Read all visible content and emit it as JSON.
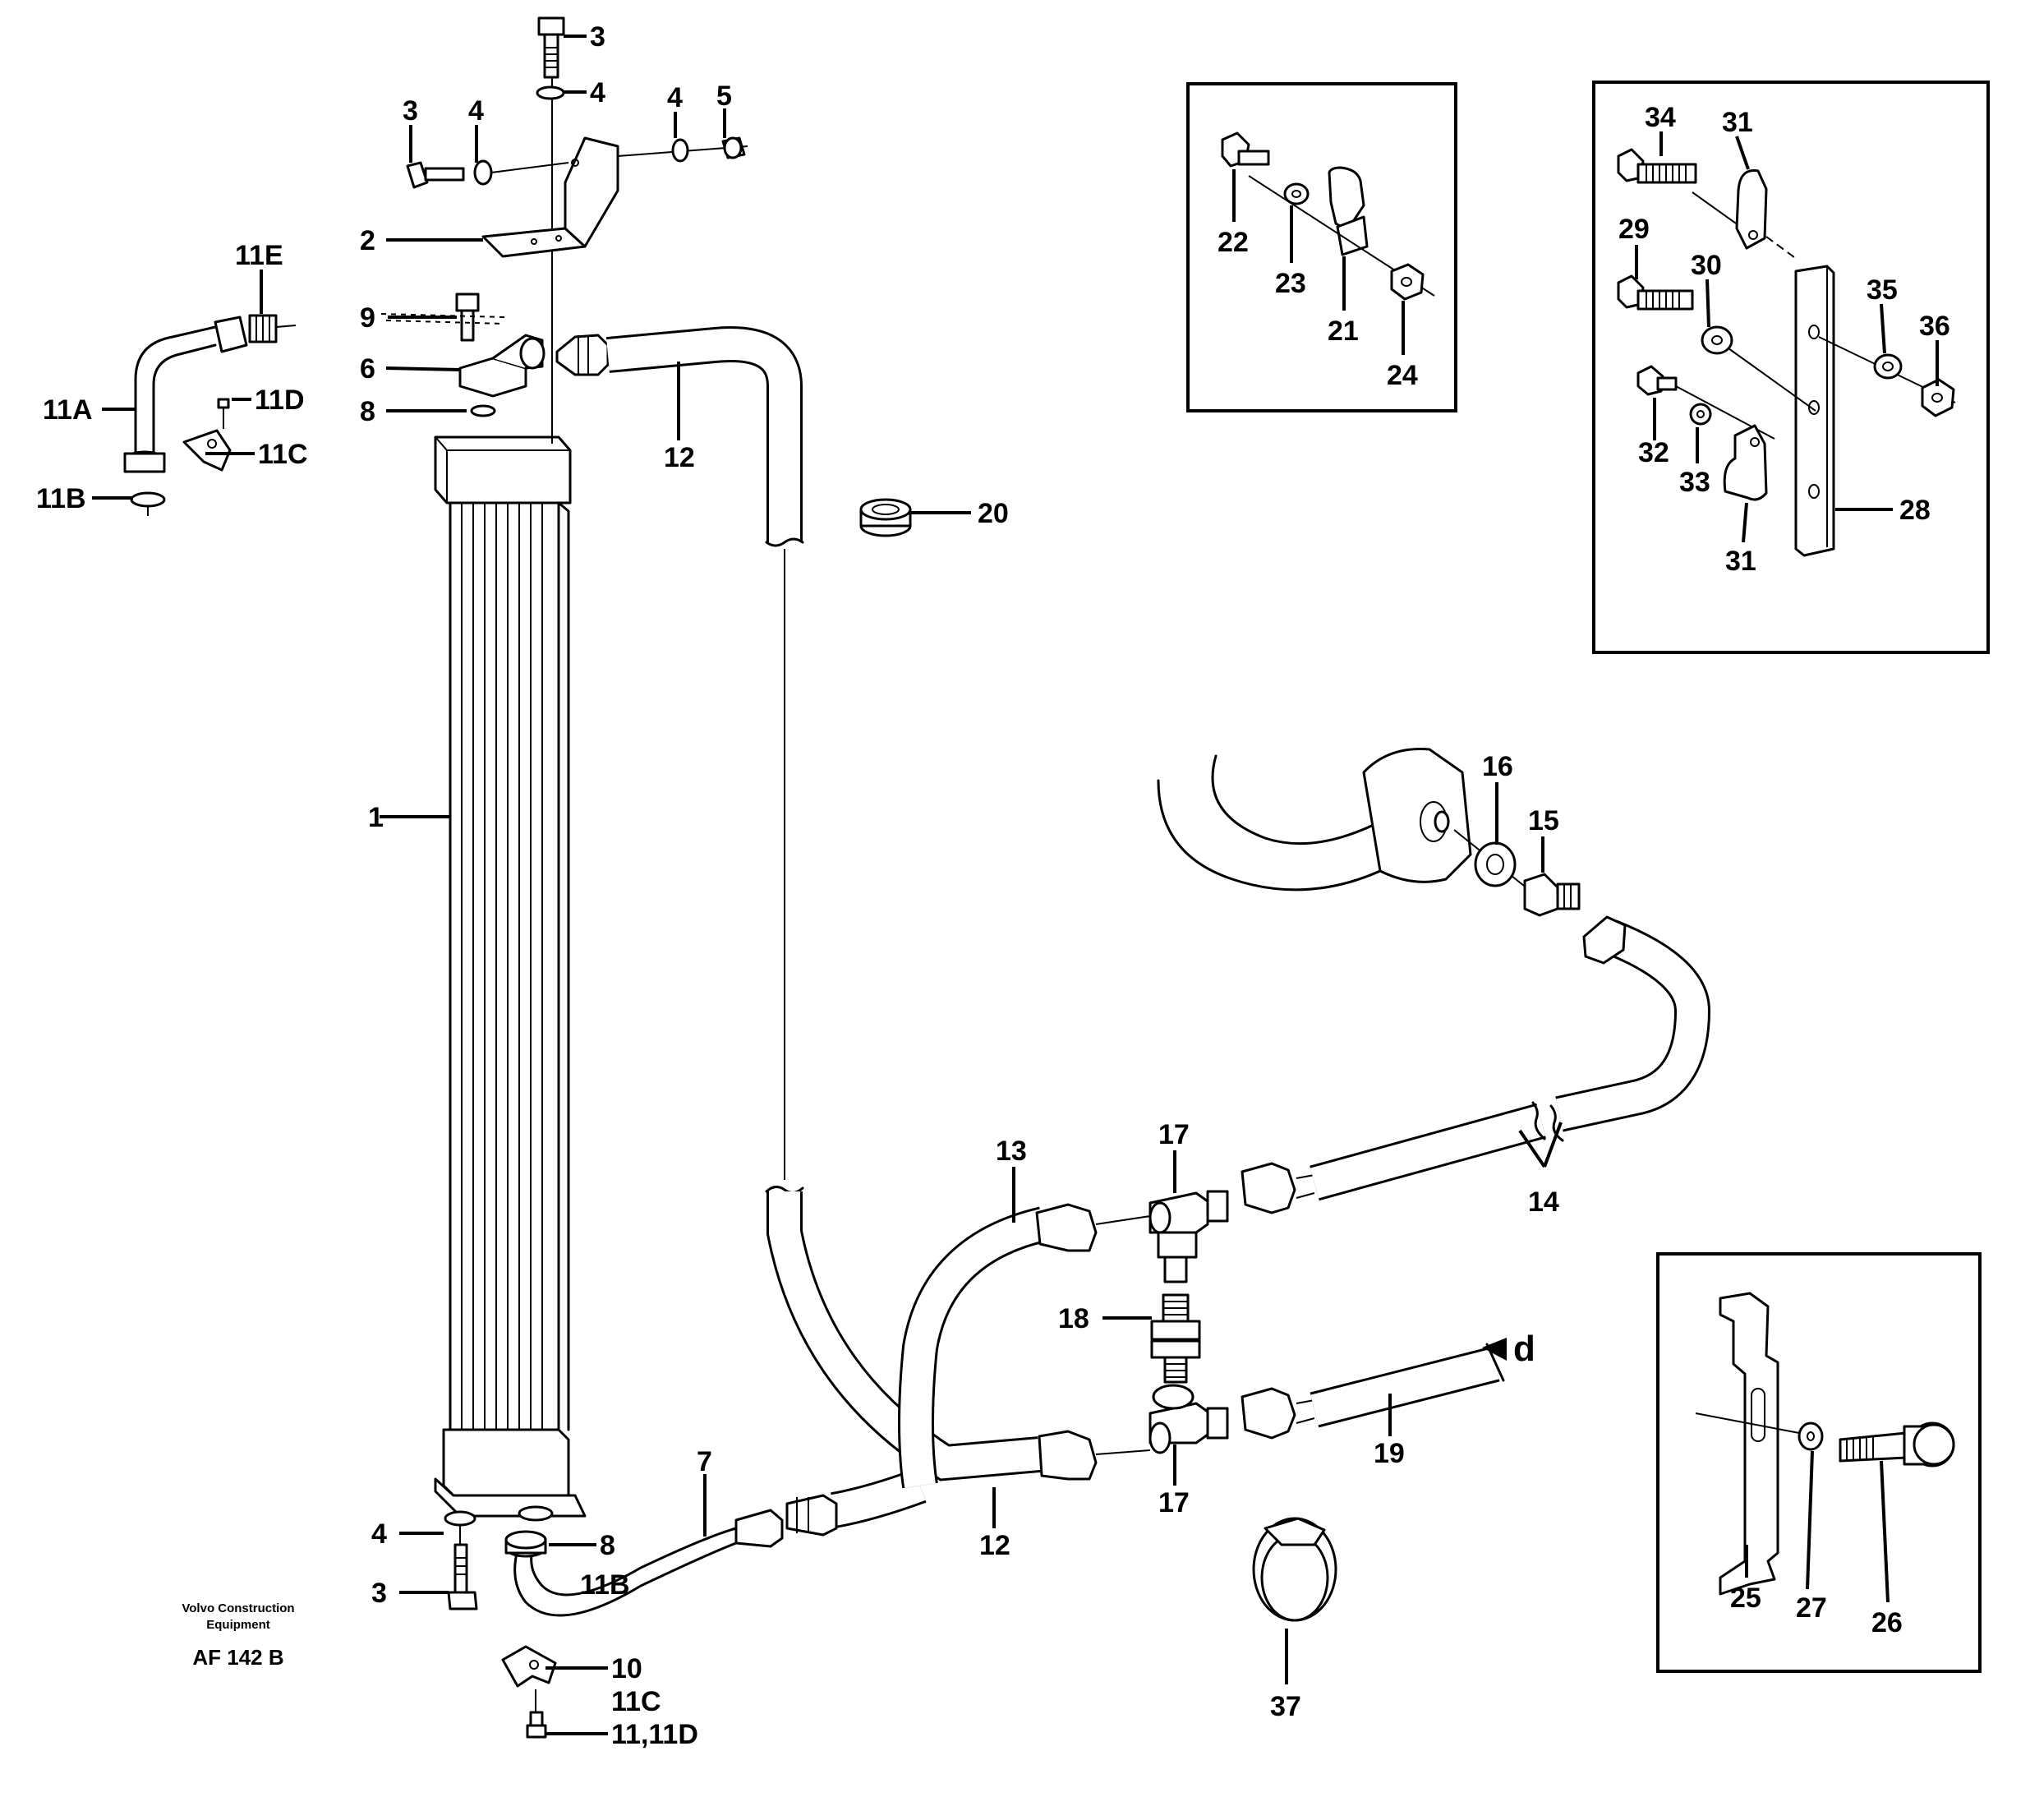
{
  "footer": {
    "company_line1": "Volvo Construction",
    "company_line2": "Equipment",
    "drawing_code": "AF 142 B"
  },
  "callouts": {
    "c1": "1",
    "c2": "2",
    "c3a": "3",
    "c3b": "3",
    "c3c": "3",
    "c4a": "4",
    "c4b": "4",
    "c4c": "4",
    "c4d": "4",
    "c5": "5",
    "c6": "6",
    "c7": "7",
    "c8a": "8",
    "c8b": "8",
    "c9": "9",
    "c10": "10",
    "c11c_b": "11C",
    "c11_11d": "11,11D",
    "c11a": "11A",
    "c11b_a": "11B",
    "c11b_b": "11B",
    "c11c_a": "11C",
    "c11d": "11D",
    "c11e": "11E",
    "c12a": "12",
    "c12b": "12",
    "c13": "13",
    "c14": "14",
    "c15": "15",
    "c16": "16",
    "c17a": "17",
    "c17b": "17",
    "c18": "18",
    "c19": "19",
    "c20": "20",
    "c21": "21",
    "c22": "22",
    "c23": "23",
    "c24": "24",
    "c25": "25",
    "c26": "26",
    "c27": "27",
    "c28": "28",
    "c29": "29",
    "c30": "30",
    "c31a": "31",
    "c31b": "31",
    "c32": "32",
    "c33": "33",
    "c34": "34",
    "c35": "35",
    "c36": "36",
    "c37": "37",
    "cd": "d"
  }
}
